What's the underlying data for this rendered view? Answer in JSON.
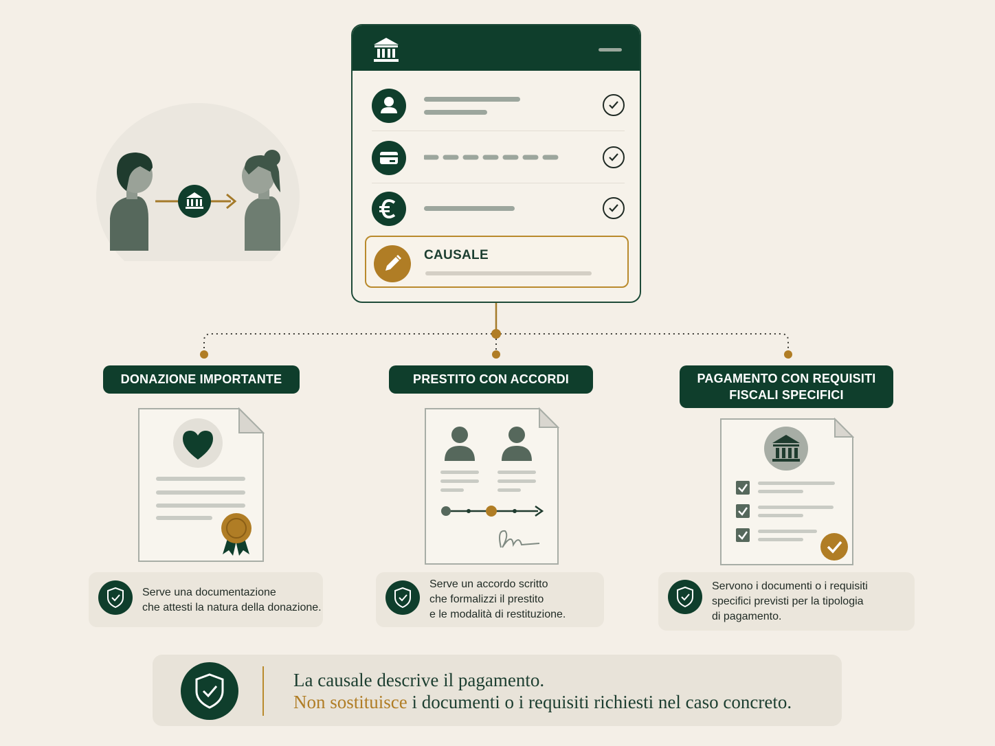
{
  "form": {
    "causale_label": "CAUSALE"
  },
  "categories": [
    {
      "id": "donazione",
      "title": "DONAZIONE IMPORTANTE",
      "info_lines": [
        "Serve una documentazione",
        "che attesti la natura della donazione."
      ]
    },
    {
      "id": "prestito",
      "title": "PRESTITO CON ACCORDI",
      "info_lines": [
        "Serve un accordo scritto",
        "che formalizzi il prestito",
        "e le modalità di restituzione."
      ]
    },
    {
      "id": "pagamento",
      "title_lines": [
        "PAGAMENTO CON REQUISITI",
        "FISCALI SPECIFICI"
      ],
      "info_lines": [
        "Servono i documenti o i requisiti",
        "specifici previsti per la tipologia",
        "di pagamento."
      ]
    }
  ],
  "note": {
    "line1": "La causale descrive il pagamento.",
    "line2_accent": "Non sostituisce",
    "line2_rest": " i documenti o i requisiti richiesti nel caso concreto."
  },
  "colors": {
    "dark_green": "#0f3e2c",
    "gold": "#b07d25",
    "background": "#f4efe7",
    "panel": "#ebe6dc"
  },
  "icons": [
    "bank-icon",
    "user-icon",
    "card-icon",
    "euro-icon",
    "pencil-icon",
    "check-icon",
    "heart-icon",
    "ribbon-icon",
    "shield-check-icon",
    "signature-icon",
    "checkbox-icon"
  ]
}
